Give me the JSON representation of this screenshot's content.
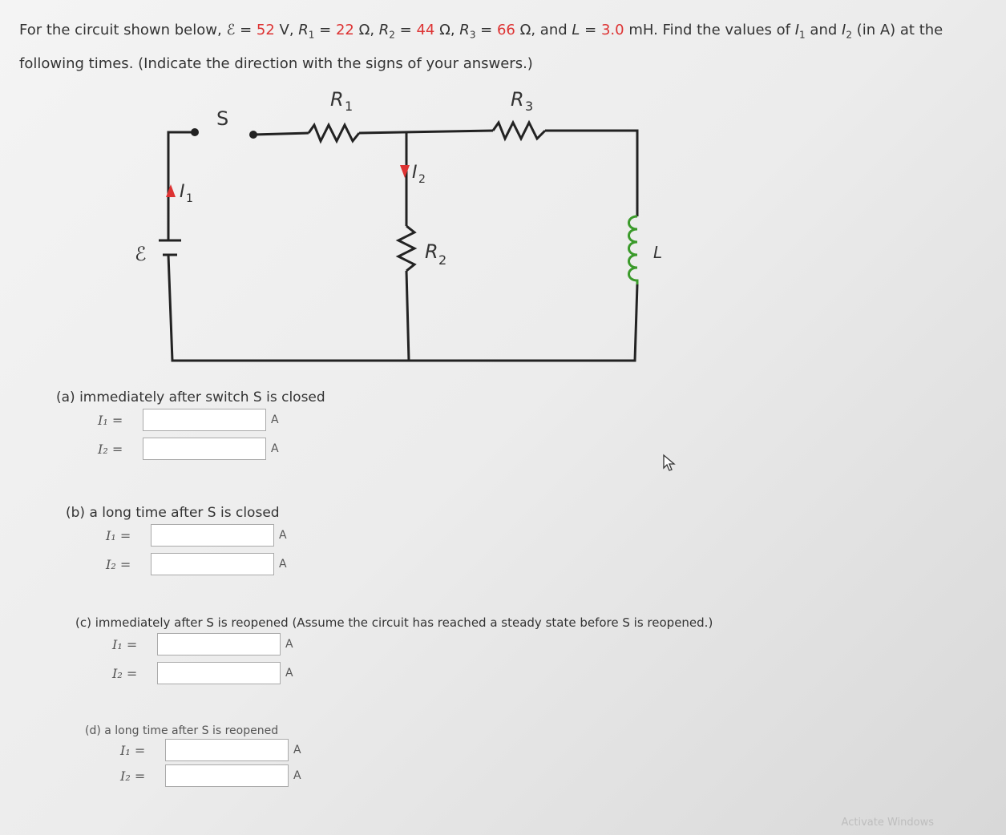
{
  "question": {
    "intro": "For the circuit shown below, ",
    "emf_symbol": "ℰ",
    "emf": "52",
    "emf_unit": " V, ",
    "r1_label": "R",
    "r1_sub": "1",
    "r1": "22",
    "r1_unit": " Ω, ",
    "r2_label": "R",
    "r2_sub": "2",
    "r2": "44",
    "r2_unit": " Ω, ",
    "r3_label": "R",
    "r3_sub": "3",
    "r3": "66",
    "r3_unit": " Ω, and ",
    "l_label": "L",
    "l": "3.0",
    "l_unit": " mH. Find the values of ",
    "i1": "I",
    "i1_sub": "1",
    "and": " and ",
    "i2": "I",
    "i2_sub": "2",
    "tail": " (in A) at the following times. (Indicate the direction with the signs of your answers.)"
  },
  "circuit": {
    "s": "S",
    "r1": "R",
    "r1_sub": "1",
    "r3": "R",
    "r3_sub": "3",
    "i1": "I",
    "i1_sub": "1",
    "i2": "I",
    "i2_sub": "2",
    "emf": "ℰ",
    "r2": "R",
    "r2_sub": "2",
    "l": "L",
    "accent": "#d33",
    "inductor_color": "#3a9a2a"
  },
  "parts": [
    {
      "label": "(a)  immediately after switch S is closed",
      "i1": "I₁  =",
      "i2": "I₂  =",
      "unit": "A",
      "i1_value": "",
      "i2_value": ""
    },
    {
      "label": "(b)  a long time after S is closed",
      "i1": "I₁  =",
      "i2": "I₂  =",
      "unit": "A",
      "i1_value": "",
      "i2_value": ""
    },
    {
      "label": "(c)  immediately after S is reopened (Assume the circuit has reached a steady state before S is reopened.)",
      "i1": "I₁  =",
      "i2": "I₂  =",
      "unit": "A",
      "i1_value": "",
      "i2_value": ""
    },
    {
      "label": "(d)  a long time after S is reopened",
      "i1": "I₁  =",
      "i2": "I₂  =",
      "unit": "A",
      "i1_value": "",
      "i2_value": ""
    }
  ],
  "watermark": "Activate Windows"
}
